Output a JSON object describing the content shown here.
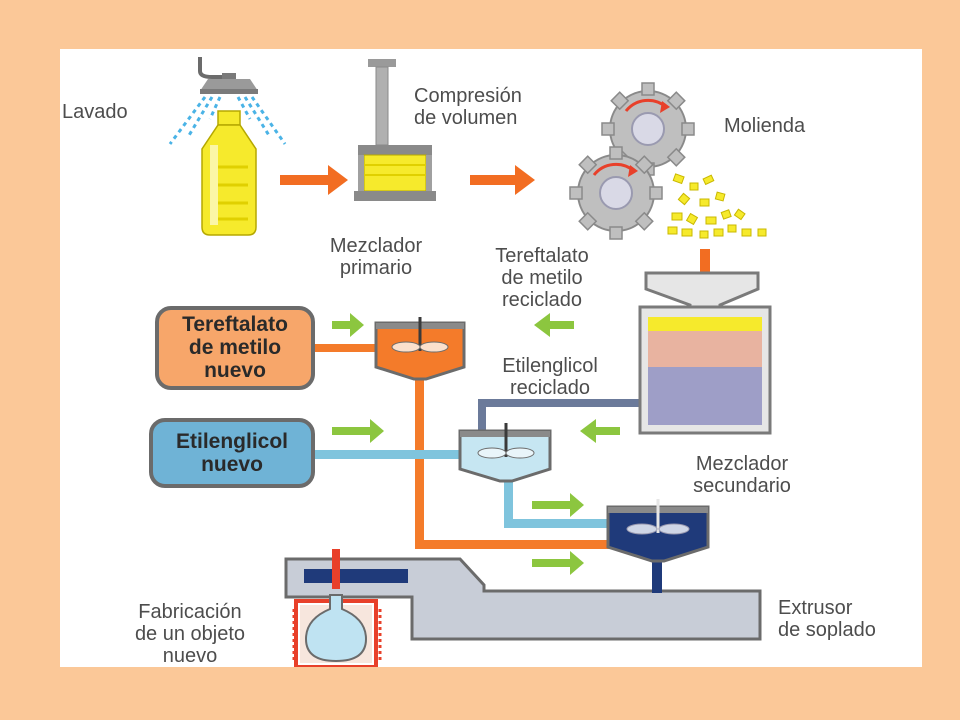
{
  "colors": {
    "background": "#fbc898",
    "panel": "#ffffff",
    "arrow_orange": "#f26d22",
    "arrow_green": "#8cc63f",
    "pipe_orange": "#f47b2a",
    "pipe_blue": "#7fc4dd",
    "pipe_navy": "#1f3a7a",
    "pipe_grey": "#6b7a9a",
    "new_pet_box": "#f7a66a",
    "new_glycol_box": "#6fb3d6",
    "bottle_yellow": "#f6ea2c",
    "machine_grey": "#c8cdd7",
    "hopper_yellow": "#f6ea2c",
    "hopper_pink": "#e8b3a0",
    "hopper_lavender": "#9e9ec7"
  },
  "labels": {
    "lavado": "Lavado",
    "compresion": "Compresión\nde volumen",
    "molienda": "Molienda",
    "mezclador_primario": "Mezclador\nprimario",
    "tereftalato_reciclado": "Tereftalato\nde metilo\nreciclado",
    "etilenglicol_reciclado": "Etilenglicol\nreciclado",
    "mezclador_secundario": "Mezclador\nsecundario",
    "fabricacion": "Fabricación\nde un objeto\nnuevo",
    "extrusor": "Extrusor\nde soplado"
  },
  "boxes": {
    "tereftalato_nuevo": "Tereftalato\nde metilo\nnuevo",
    "etilenglicol_nuevo": "Etilenglicol\nnuevo"
  },
  "icons": {
    "shower": "shower-head-icon",
    "bottle": "plastic-bottle-icon",
    "press": "compression-press-icon",
    "gears": "grinding-gears-icon",
    "flakes": "plastic-flakes-icon",
    "hopper": "hopper-icon",
    "mixer1": "primary-mixer-icon",
    "mixer_glycol": "glycol-mixer-icon",
    "mixer2": "secondary-mixer-icon",
    "extruder": "blow-extruder-icon",
    "mold": "bottle-mold-icon"
  }
}
